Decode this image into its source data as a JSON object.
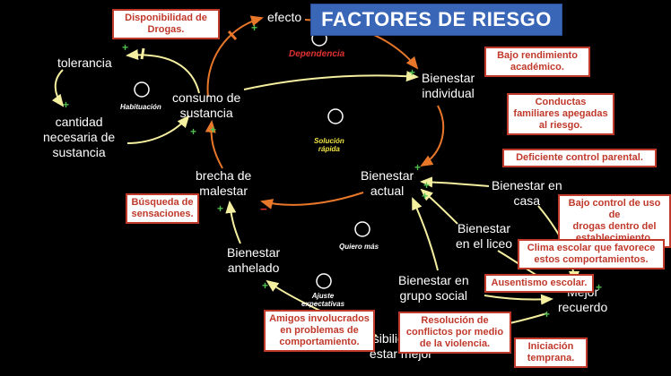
{
  "title": "FACTORES DE RIESGO",
  "nodes": {
    "efecto": "efecto",
    "tolerancia": "tolerancia",
    "cantidad": [
      "cantidad",
      "necesaria de",
      "sustancia"
    ],
    "consumo": [
      "consumo de",
      "sustancia"
    ],
    "bienestar_individual": [
      "Bienestar",
      "individual"
    ],
    "bienestar_actual": [
      "Bienestar",
      "actual"
    ],
    "brecha": [
      "brecha de",
      "malestar"
    ],
    "bienestar_casa": [
      "Bienestar en",
      "casa"
    ],
    "bienestar_liceo": [
      "Bienestar",
      "en el liceo"
    ],
    "bienestar_anhelado": [
      "Bienestar",
      "anhelado"
    ],
    "bienestar_grupo": [
      "Bienestar en",
      "grupo social"
    ],
    "mejor_recuerdo": [
      "Mejor",
      "recuerdo"
    ],
    "posibilidad": [
      "osibilidad de",
      "estar mejor"
    ]
  },
  "loops": {
    "dependencia": "Dependencia",
    "habituacion": "Habituación",
    "solucion": [
      "Solución",
      "rápida"
    ],
    "quiero": "Quiero más",
    "ajuste": [
      "Ajuste",
      "expectativas"
    ]
  },
  "boxes": {
    "disponibilidad": [
      "Disponibilidad de",
      "Drogas."
    ],
    "rendimiento": [
      "Bajo rendimiento",
      "académico."
    ],
    "conductas": [
      "Conductas",
      "familiares apegadas",
      "al riesgo."
    ],
    "control_parental": [
      "Deficiente control parental."
    ],
    "control_uso": [
      "Bajo control de uso de",
      "drogas dentro del",
      "establecimiento."
    ],
    "clima": [
      "Clima escolar que favorece",
      "estos comportamientos."
    ],
    "busqueda": [
      "Búsqueda de",
      "sensaciones."
    ],
    "ausentismo": [
      "Ausentismo escolar."
    ],
    "amigos": [
      "Amigos involucrados",
      "en problemas de",
      "comportamiento."
    ],
    "resolucion": [
      "Resolución de",
      "conflictos por medio",
      "de la violencia."
    ],
    "iniciacion": [
      "Iniciación",
      "temprana."
    ]
  },
  "colors": {
    "background": "#000000",
    "title_bg": "#3a66b8",
    "box_border": "#c0392b",
    "arrow_yellow": "#f5f0a0",
    "arrow_orange": "#e8772a",
    "plus": "#4fbf4f",
    "minus": "#e03030"
  }
}
